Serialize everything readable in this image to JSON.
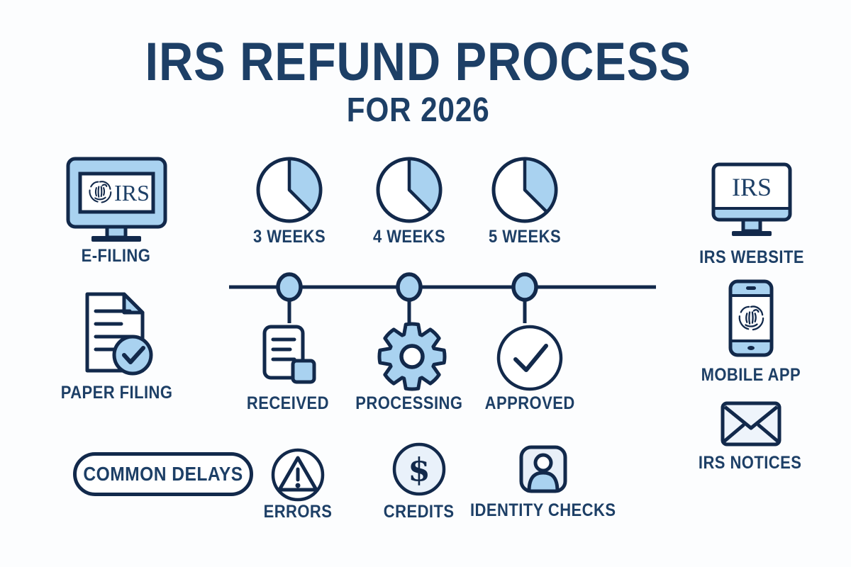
{
  "page": {
    "title": "IRS REFUND PROCESS",
    "subtitle": "FOR 2026"
  },
  "colors": {
    "navy_text": "#1d3f66",
    "navy_outline": "#12294b",
    "light_blue": "#a9d2f0",
    "pale_blue": "#e9f1fa",
    "background": "#fcfdfe"
  },
  "filing_methods": {
    "efiling": {
      "label": "E-FILING",
      "icon": "monitor-irs-icon",
      "screen_text": "IRS"
    },
    "paper": {
      "label": "PAPER FILING",
      "icon": "document-check-icon"
    }
  },
  "refund_times": {
    "items": [
      {
        "label": "3 WEEKS",
        "icon": "pie-clock-icon",
        "fraction_filled": 0.375
      },
      {
        "label": "4 WEEKS",
        "icon": "pie-clock-icon",
        "fraction_filled": 0.375
      },
      {
        "label": "5 WEEKS",
        "icon": "pie-clock-icon",
        "fraction_filled": 0.375
      }
    ]
  },
  "timeline_stages": {
    "items": [
      {
        "label": "RECEIVED",
        "icon": "document-icon"
      },
      {
        "label": "PROCESSING",
        "icon": "gear-icon"
      },
      {
        "label": "APPROVED",
        "icon": "check-circle-icon"
      }
    ]
  },
  "delays": {
    "button_label": "COMMON DELAYS",
    "items": [
      {
        "label": "ERRORS",
        "icon": "warning-triangle-icon"
      },
      {
        "label": "CREDITS",
        "icon": "dollar-circle-icon",
        "symbol": "$"
      },
      {
        "label": "IDENTITY CHECKS",
        "icon": "person-badge-icon"
      }
    ]
  },
  "tracking": {
    "items": [
      {
        "label": "IRS WEBSITE",
        "icon": "monitor-icon",
        "screen_text": "IRS"
      },
      {
        "label": "MOBILE APP",
        "icon": "smartphone-irs-icon"
      },
      {
        "label": "IRS NOTICES",
        "icon": "envelope-icon"
      }
    ]
  }
}
